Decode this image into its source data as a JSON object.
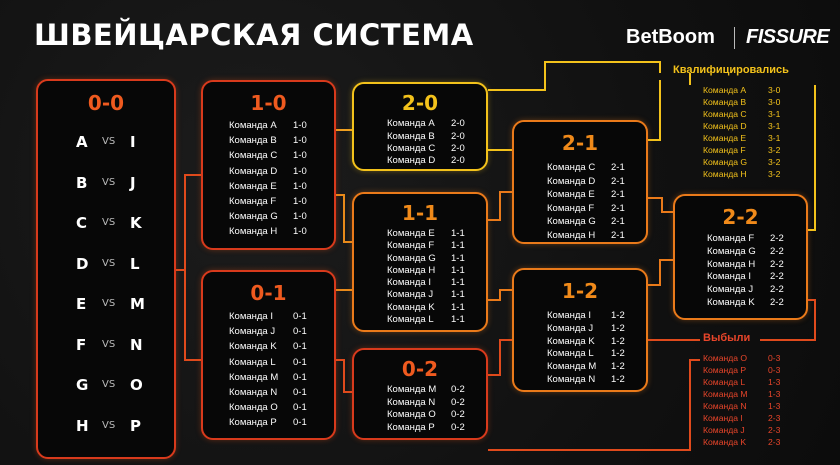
{
  "header": {
    "title": "ШВЕЙЦАРСКАЯ СИСТЕМА",
    "brand1": "BetBoom",
    "brand2": "FISSURE"
  },
  "colors": {
    "red": "#d83a1c",
    "yellow": "#f3c21b",
    "orange": "#ea7a1a",
    "background": "#121212"
  },
  "round0": {
    "label": "0-0",
    "vs": "VS",
    "matches": [
      {
        "a": "A",
        "b": "I"
      },
      {
        "a": "B",
        "b": "J"
      },
      {
        "a": "C",
        "b": "K"
      },
      {
        "a": "D",
        "b": "L"
      },
      {
        "a": "E",
        "b": "M"
      },
      {
        "a": "F",
        "b": "N"
      },
      {
        "a": "G",
        "b": "O"
      },
      {
        "a": "H",
        "b": "P"
      }
    ]
  },
  "r10": {
    "label": "1-0",
    "rows": [
      {
        "team": "Команда A",
        "score": "1-0"
      },
      {
        "team": "Команда B",
        "score": "1-0"
      },
      {
        "team": "Команда C",
        "score": "1-0"
      },
      {
        "team": "Команда D",
        "score": "1-0"
      },
      {
        "team": "Команда E",
        "score": "1-0"
      },
      {
        "team": "Команда F",
        "score": "1-0"
      },
      {
        "team": "Команда G",
        "score": "1-0"
      },
      {
        "team": "Команда H",
        "score": "1-0"
      }
    ]
  },
  "r01": {
    "label": "0-1",
    "rows": [
      {
        "team": "Команда I",
        "score": "0-1"
      },
      {
        "team": "Команда J",
        "score": "0-1"
      },
      {
        "team": "Команда K",
        "score": "0-1"
      },
      {
        "team": "Команда L",
        "score": "0-1"
      },
      {
        "team": "Команда M",
        "score": "0-1"
      },
      {
        "team": "Команда N",
        "score": "0-1"
      },
      {
        "team": "Команда O",
        "score": "0-1"
      },
      {
        "team": "Команда P",
        "score": "0-1"
      }
    ]
  },
  "r20": {
    "label": "2-0",
    "rows": [
      {
        "team": "Команда A",
        "score": "2-0"
      },
      {
        "team": "Команда B",
        "score": "2-0"
      },
      {
        "team": "Команда C",
        "score": "2-0"
      },
      {
        "team": "Команда D",
        "score": "2-0"
      }
    ]
  },
  "r11": {
    "label": "1-1",
    "rows": [
      {
        "team": "Команда E",
        "score": "1-1"
      },
      {
        "team": "Команда F",
        "score": "1-1"
      },
      {
        "team": "Команда G",
        "score": "1-1"
      },
      {
        "team": "Команда H",
        "score": "1-1"
      },
      {
        "team": "Команда I",
        "score": "1-1"
      },
      {
        "team": "Команда J",
        "score": "1-1"
      },
      {
        "team": "Команда K",
        "score": "1-1"
      },
      {
        "team": "Команда L",
        "score": "1-1"
      }
    ]
  },
  "r02": {
    "label": "0-2",
    "rows": [
      {
        "team": "Команда M",
        "score": "0-2"
      },
      {
        "team": "Команда N",
        "score": "0-2"
      },
      {
        "team": "Команда O",
        "score": "0-2"
      },
      {
        "team": "Команда P",
        "score": "0-2"
      }
    ]
  },
  "r21": {
    "label": "2-1",
    "rows": [
      {
        "team": "Команда C",
        "score": "2-1"
      },
      {
        "team": "Команда D",
        "score": "2-1"
      },
      {
        "team": "Команда E",
        "score": "2-1"
      },
      {
        "team": "Команда F",
        "score": "2-1"
      },
      {
        "team": "Команда G",
        "score": "2-1"
      },
      {
        "team": "Команда H",
        "score": "2-1"
      }
    ]
  },
  "r12": {
    "label": "1-2",
    "rows": [
      {
        "team": "Команда I",
        "score": "1-2"
      },
      {
        "team": "Команда J",
        "score": "1-2"
      },
      {
        "team": "Команда K",
        "score": "1-2"
      },
      {
        "team": "Команда L",
        "score": "1-2"
      },
      {
        "team": "Команда M",
        "score": "1-2"
      },
      {
        "team": "Команда N",
        "score": "1-2"
      }
    ]
  },
  "r22": {
    "label": "2-2",
    "rows": [
      {
        "team": "Команда F",
        "score": "2-2"
      },
      {
        "team": "Команда G",
        "score": "2-2"
      },
      {
        "team": "Команда H",
        "score": "2-2"
      },
      {
        "team": "Команда I",
        "score": "2-2"
      },
      {
        "team": "Команда J",
        "score": "2-2"
      },
      {
        "team": "Команда K",
        "score": "2-2"
      }
    ]
  },
  "qualified": {
    "label": "Квалифицировались",
    "rows": [
      {
        "team": "Команда A",
        "score": "3-0"
      },
      {
        "team": "Команда B",
        "score": "3-0"
      },
      {
        "team": "Команда C",
        "score": "3-1"
      },
      {
        "team": "Команда D",
        "score": "3-1"
      },
      {
        "team": "Команда E",
        "score": "3-1"
      },
      {
        "team": "Команда F",
        "score": "3-2"
      },
      {
        "team": "Команда G",
        "score": "3-2"
      },
      {
        "team": "Команда H",
        "score": "3-2"
      }
    ]
  },
  "eliminated": {
    "label": "Выбыли",
    "rows": [
      {
        "team": "Команда O",
        "score": "0-3"
      },
      {
        "team": "Команда P",
        "score": "0-3"
      },
      {
        "team": "Команда L",
        "score": "1-3"
      },
      {
        "team": "Команда M",
        "score": "1-3"
      },
      {
        "team": "Команда N",
        "score": "1-3"
      },
      {
        "team": "Команда I",
        "score": "2-3"
      },
      {
        "team": "Команда J",
        "score": "2-3"
      },
      {
        "team": "Команда K",
        "score": "2-3"
      }
    ]
  }
}
